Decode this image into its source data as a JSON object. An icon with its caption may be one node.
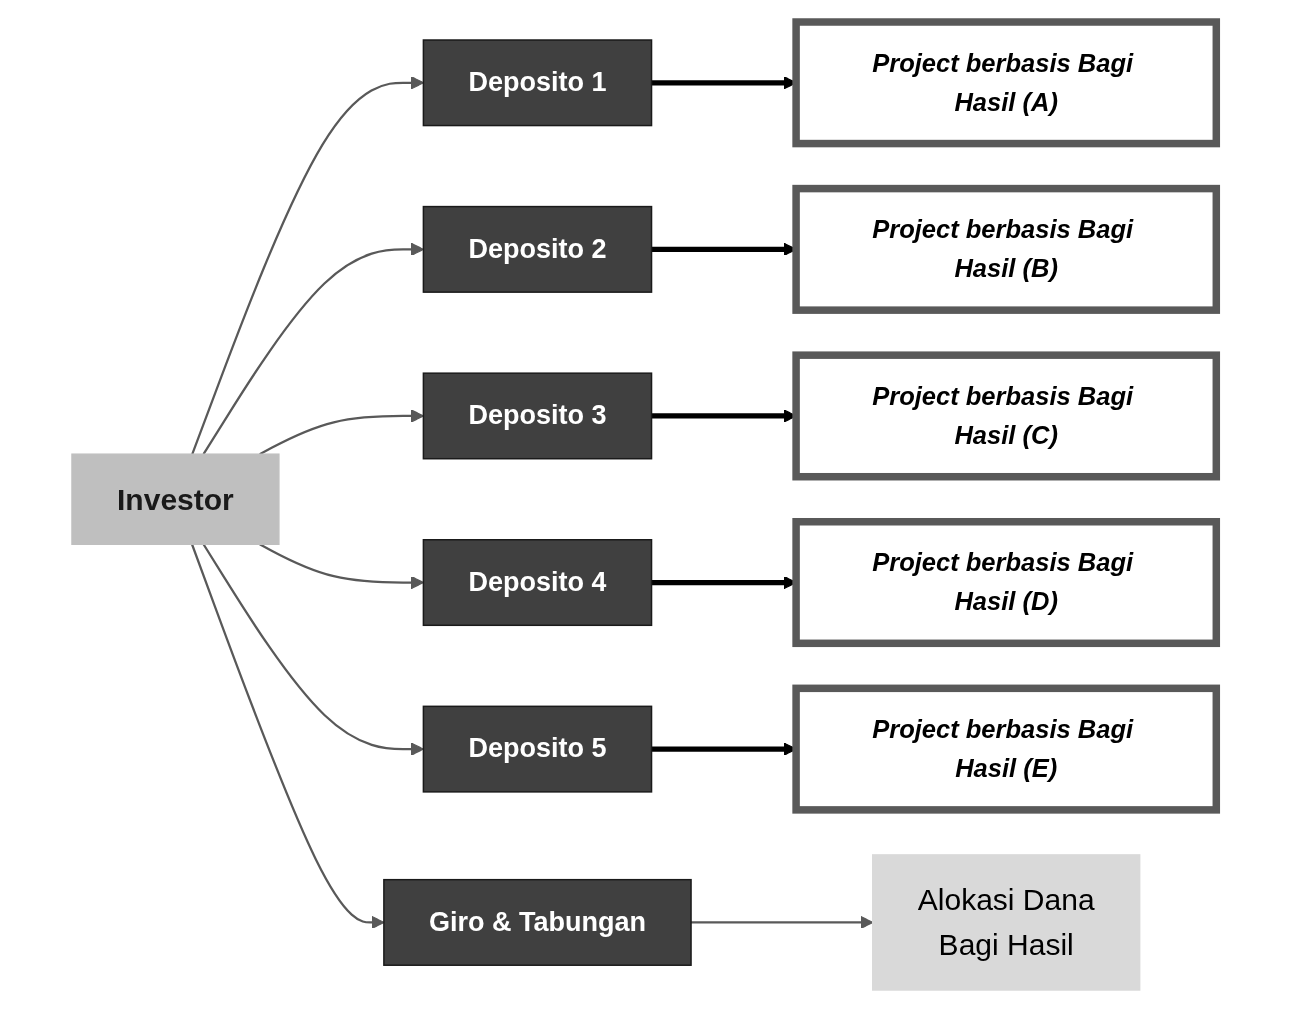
{
  "diagram": {
    "nodes": [
      {
        "text": [
          "Alokasi Dana",
          "Bagi Hasil"
        ]
      },
      {
        "text": [
          "Investor"
        ]
      },
      {
        "text": [
          "Deposito 1"
        ]
      },
      {
        "text": [
          "Deposito 2"
        ]
      },
      {
        "text": [
          "Deposito 3"
        ]
      },
      {
        "text": [
          "Deposito 4"
        ]
      },
      {
        "text": [
          "Deposito 5"
        ]
      },
      {
        "text": [
          "Project berbasis Bagi Hasil (A)"
        ]
      },
      {
        "text": [
          "Project berbasis Bagi Hasil (B)"
        ]
      },
      {
        "text": [
          "Project berbasis Bagi Hasil (C)"
        ]
      },
      {
        "text": [
          "Project berbasis Bagi Hasil (D)"
        ]
      },
      {
        "text": [
          "Project berbasis Bagi Hasil (E)"
        ]
      },
      {
        "text": [
          "Giro & Tabungan"
        ]
      }
    ],
    "edges": [
      {
        "from": 1,
        "to": 2,
        "arrow": "to"
      },
      {
        "from": 1,
        "to": 3,
        "arrow": "to"
      },
      {
        "from": 1,
        "to": 4,
        "arrow": "to"
      },
      {
        "from": 1,
        "to": 5,
        "arrow": "to"
      },
      {
        "from": 1,
        "to": 6,
        "arrow": "to"
      },
      {
        "from": 2,
        "to": 7,
        "arrow": "to",
        "style": "thick"
      },
      {
        "from": 3,
        "to": 8,
        "arrow": "to",
        "style": "thick"
      },
      {
        "from": 4,
        "to": 9,
        "arrow": "to",
        "style": "thick"
      },
      {
        "from": 5,
        "to": 10,
        "arrow": "to",
        "style": "thick"
      },
      {
        "from": 6,
        "to": 11,
        "arrow": "to",
        "style": "thick"
      },
      {
        "from": 1,
        "to": 12,
        "arrow": "to"
      },
      {
        "from": 12,
        "to": 0,
        "arrow": "to"
      }
    ]
  }
}
